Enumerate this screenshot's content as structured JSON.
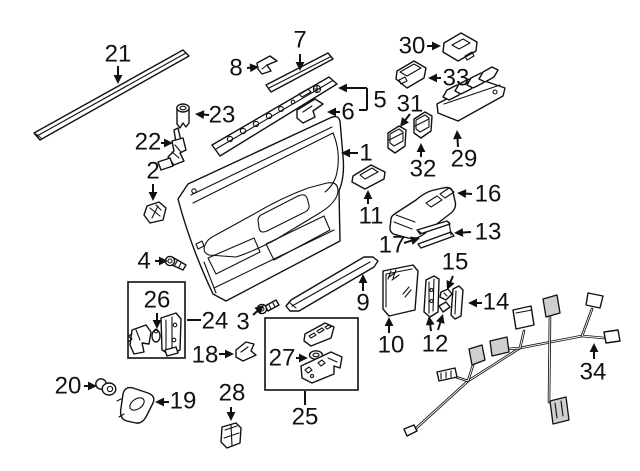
{
  "diagram": {
    "kind": "exploded-parts-diagram",
    "background_color": "#ffffff",
    "line_color": "#111111",
    "callouts": [
      {
        "label": "1"
      },
      {
        "label": "2"
      },
      {
        "label": "3"
      },
      {
        "label": "4"
      },
      {
        "label": "5"
      },
      {
        "label": "6"
      },
      {
        "label": "7"
      },
      {
        "label": "8"
      },
      {
        "label": "9"
      },
      {
        "label": "10"
      },
      {
        "label": "11"
      },
      {
        "label": "12"
      },
      {
        "label": "13"
      },
      {
        "label": "14"
      },
      {
        "label": "15"
      },
      {
        "label": "16"
      },
      {
        "label": "17"
      },
      {
        "label": "18"
      },
      {
        "label": "19"
      },
      {
        "label": "20"
      },
      {
        "label": "21"
      },
      {
        "label": "22"
      },
      {
        "label": "23"
      },
      {
        "label": "24"
      },
      {
        "label": "25"
      },
      {
        "label": "26"
      },
      {
        "label": "27"
      },
      {
        "label": "28"
      },
      {
        "label": "29"
      },
      {
        "label": "30"
      },
      {
        "label": "31"
      },
      {
        "label": "32"
      },
      {
        "label": "33"
      },
      {
        "label": "34"
      }
    ],
    "boxed_groups": [
      {
        "inner_label": "26",
        "outer_label": "24"
      },
      {
        "inner_label": "27",
        "outer_label": "25"
      }
    ]
  }
}
